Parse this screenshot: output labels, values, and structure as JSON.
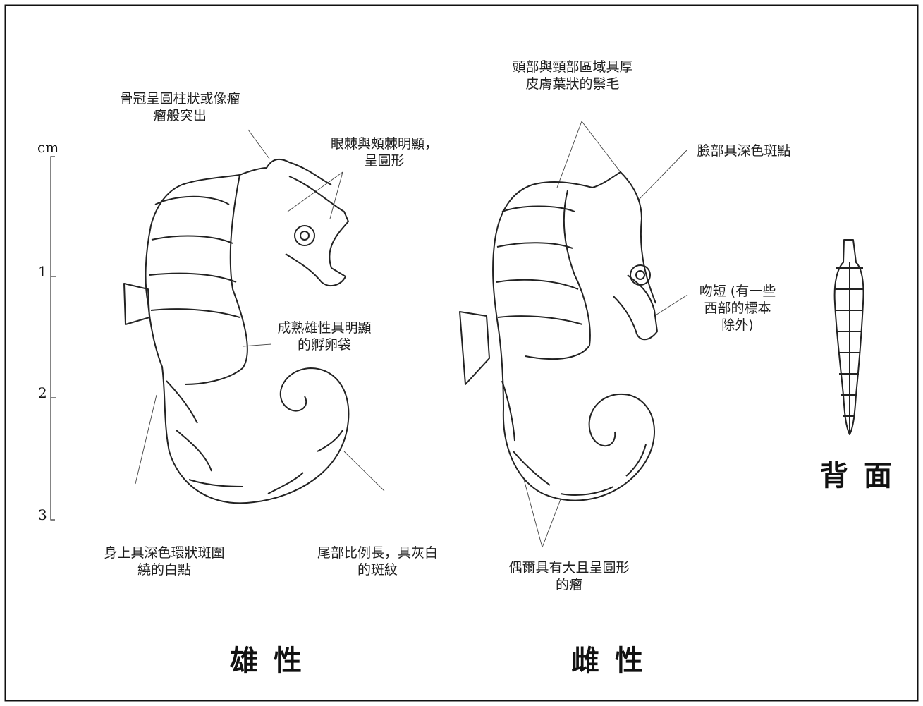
{
  "scale": {
    "unit": "cm",
    "ticks": [
      "1",
      "2",
      "3"
    ]
  },
  "labels": {
    "crown": "骨冠呈圓柱狀或像瘤\n瘤般突出",
    "eye_spines": "眼棘與頰棘明顯，\n呈圓形",
    "brood_pouch": "成熟雄性具明顯\n的孵卵袋",
    "body_spots": "身上具深色環狀斑圍\n繞的白點",
    "tail": "尾部比例長，具灰白\n的斑紋",
    "head_filaments": "頭部與頸部區域具厚\n皮膚葉狀的鬃毛",
    "face_spots": "臉部具深色斑點",
    "snout": "吻短 (有一些\n西部的標本\n除外)",
    "tubercles": "偶爾具有大且呈圓形\n的瘤"
  },
  "titles": {
    "male": "雄性",
    "female": "雌性",
    "dorsal": "背面"
  },
  "icons": [
    "seahorse-male-drawing",
    "seahorse-female-drawing",
    "seahorse-dorsal-drawing"
  ]
}
